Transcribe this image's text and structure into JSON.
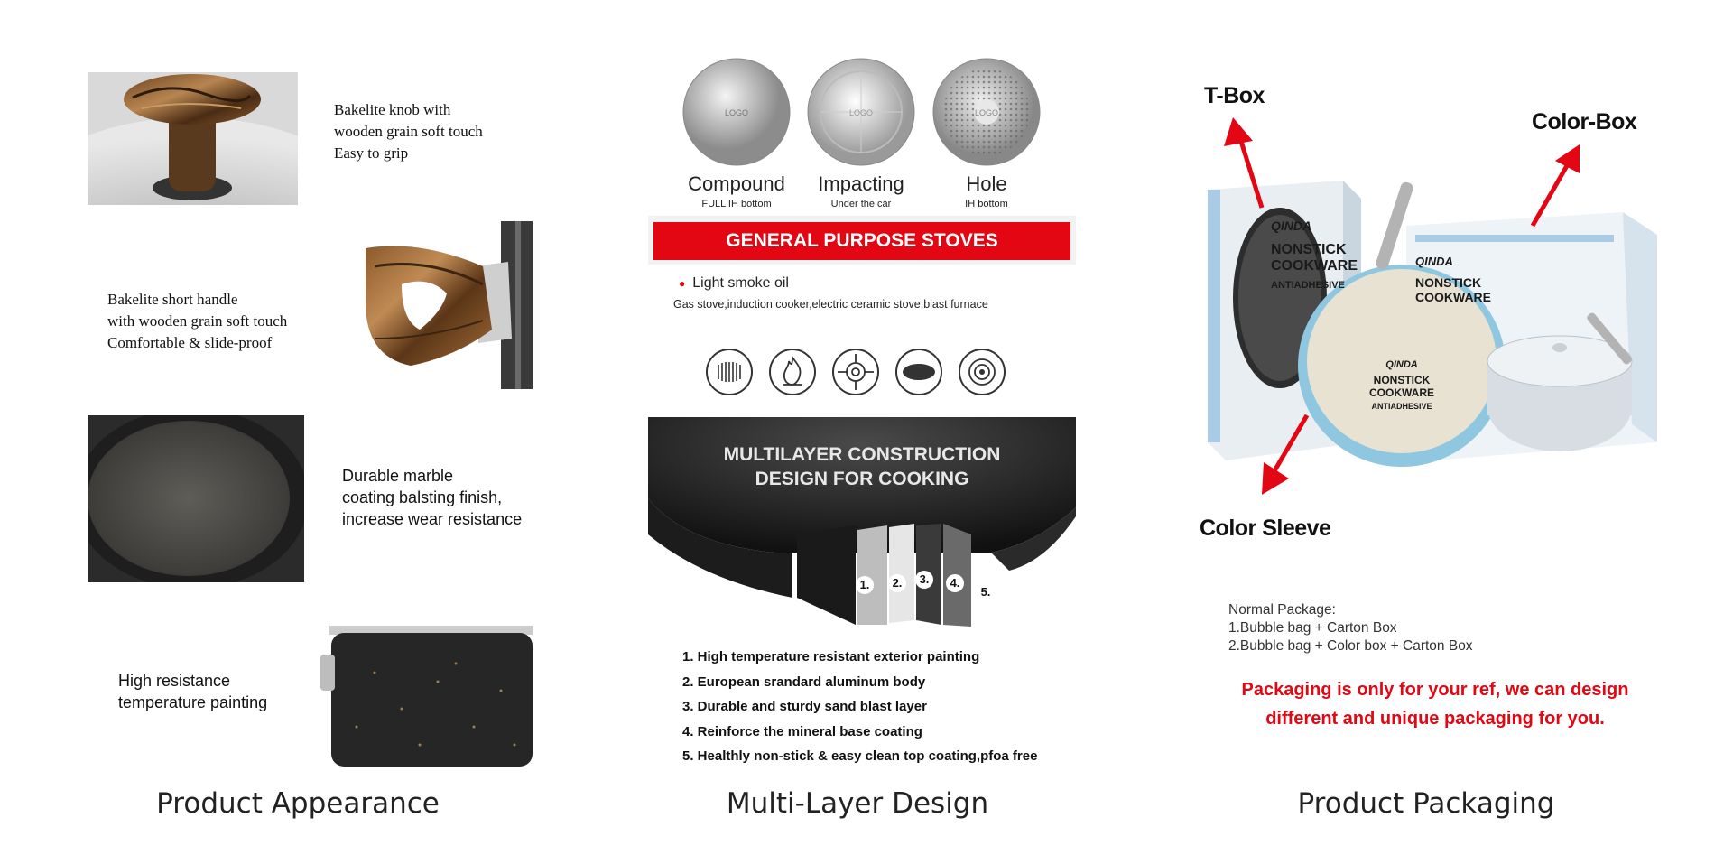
{
  "appearance": {
    "caption": "Product Appearance",
    "features": [
      {
        "line1": "Bakelite knob with",
        "line2": "wooden grain soft touch",
        "line3": "Easy to grip"
      },
      {
        "line1": "Bakelite short handle",
        "line2": "with wooden grain soft touch",
        "line3": "Comfortable & slide-proof"
      },
      {
        "line1": "Durable marble",
        "line2": "coating balsting finish,",
        "line3": "increase wear resistance"
      },
      {
        "line1": "High resistance",
        "line2": "temperature painting"
      }
    ]
  },
  "multilayer": {
    "caption": "Multi-Layer Design",
    "bottoms": [
      {
        "name": "Compound",
        "sub": "FULL IH bottom",
        "logo": "LOGO"
      },
      {
        "name": "Impacting",
        "sub": "Under the car",
        "logo": "LOGO"
      },
      {
        "name": "Hole",
        "sub": "IH bottom",
        "logo": "LOGO"
      }
    ],
    "banner": "GENERAL PURPOSE STOVES",
    "bullet": "Light smoke oil",
    "stoves": "Gas stove,induction cooker,electric ceramic stove,blast furnace",
    "stove_icons": [
      "coil-burner-icon",
      "flame-icon",
      "gas-grate-icon",
      "ceramic-plate-icon",
      "induction-icon"
    ],
    "construction_title_1": "MULTILAYER CONSTRUCTION",
    "construction_title_2": "DESIGN FOR COOKING",
    "layer_numbers": [
      "1.",
      "2.",
      "3.",
      "4.",
      "5."
    ],
    "layers": [
      "1. High temperature resistant exterior painting",
      "2. European srandard aluminum body",
      "3. Durable and sturdy sand blast layer",
      "4. Reinforce the mineral base coating",
      "5. Healthly non-stick & easy clean top coating,pfoa free"
    ]
  },
  "packaging": {
    "caption": "Product Packaging",
    "labels": {
      "tbox": "T-Box",
      "colorbox": "Color-Box",
      "sleeve": "Color Sleeve"
    },
    "box_text": {
      "brand": "QINDA",
      "line1": "NONSTICK",
      "line2": "COOKWARE",
      "line3": "ANTIADHESIVE"
    },
    "sleeve_text": {
      "brand": "QINDA",
      "line1": "NONSTICK",
      "line2": "COOKWARE",
      "line3": "ANTIADHESIVE"
    },
    "normal_title": "Normal Package",
    "normal_colon": ":",
    "normal_items": [
      "1.Bubble bag + Carton Box",
      "2.Bubble bag + Color box + Carton Box"
    ],
    "note_line1": "Packaging is only for your ref, we can design",
    "note_line2": "different and unique packaging for you.",
    "accent_color": "#e30613"
  }
}
